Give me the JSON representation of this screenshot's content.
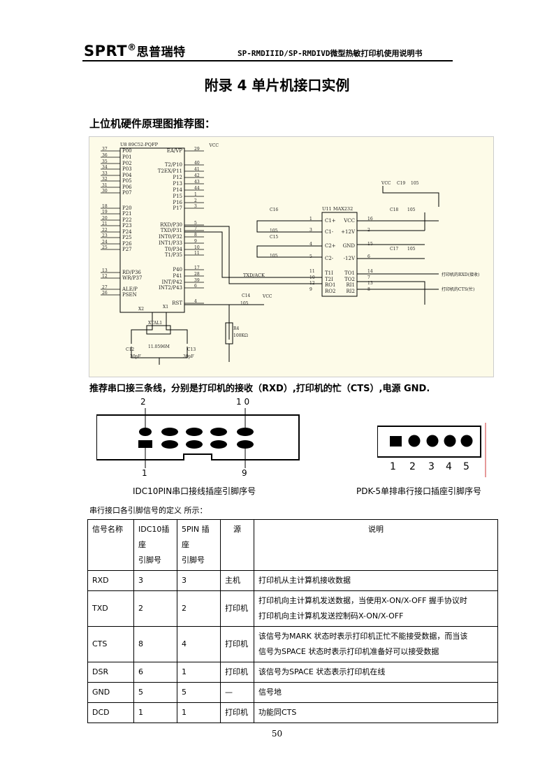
{
  "header": {
    "brand": "SPRT",
    "reg": "®",
    "brand_cn": "思普瑞特",
    "doc_title": "SP-RMDIIID/SP-RMDIVD微型热敏打印机使用说明书"
  },
  "title": "附录 4  单片机接口实例",
  "subtitle": "上位机硬件原理图推荐图：",
  "schematic": {
    "mcu_label": "U8   89C52-PQFP",
    "mcu_left_nums": [
      "37",
      "36",
      "35",
      "34",
      "33",
      "32",
      "31",
      "30",
      "18",
      "19",
      "20",
      "21",
      "22",
      "23",
      "24",
      "25",
      "13",
      "12",
      "27",
      "26"
    ],
    "mcu_left_pins": [
      "P00",
      "P01",
      "P02",
      "P03",
      "P04",
      "P05",
      "P06",
      "P07",
      "P20",
      "P21",
      "P22",
      "P23",
      "P24",
      "P25",
      "P26",
      "P27",
      "RD/P36",
      "WR/P37",
      "ALE/P",
      "PSEN"
    ],
    "mcu_right_pins": [
      "EA/VP",
      "T2/P10",
      "T2EX/P11",
      "P12",
      "P13",
      "P14",
      "P15",
      "P16",
      "P17",
      "RXD/P30",
      "TXD/P31",
      "INT0/P32",
      "INT1/P33",
      "T0/P34",
      "T1/P35",
      "P40",
      "P41",
      "INT/P42",
      "INT2/P43",
      "RST"
    ],
    "mcu_right_nums": [
      "29",
      "40",
      "41",
      "42",
      "43",
      "44",
      "1",
      "2",
      "3",
      "5",
      "7",
      "8",
      "9",
      "10",
      "11",
      "17",
      "28",
      "39",
      "6",
      "4"
    ],
    "max_label": "U11   MAX232",
    "max_left": [
      "C1+",
      "C1-",
      "C2+",
      "C2-",
      "T1I",
      "T2I",
      "RO1",
      "RO2"
    ],
    "max_right": [
      "VCC",
      "+12V",
      "GND",
      "-12V",
      "TO1",
      "TO2",
      "RI1",
      "RI2"
    ],
    "max_left_nums": [
      "1",
      "3",
      "4",
      "5",
      "11",
      "10",
      "12",
      "9"
    ],
    "max_right_nums": [
      "16",
      "2",
      "15",
      "6",
      "14",
      "7",
      "13",
      "8"
    ],
    "txd_ack": "TXD/ACK",
    "vcc": "VCC",
    "caps": {
      "c16": "C16",
      "c15": "C15",
      "c18": "C18",
      "c17": "C17",
      "c19": "C19",
      "c14": "C14",
      "c12": "C12",
      "c13": "C13",
      "v105": "105"
    },
    "xtal": "XTAL1",
    "xtal_freq": "11.0596M",
    "c12v": "30pF",
    "c13v": "30pF",
    "r4": "R4",
    "r4v": "100KΩ",
    "x1": "X1",
    "x2": "X2",
    "rxd_label": "打印机的RXD(接收)",
    "cts_label": "打印机的CTS(忙)"
  },
  "recommend": "推荐串口接三条线，分别是打印机的接收（RXD）,打印机的忙（CTS）,电源 GND.",
  "idc": {
    "n2": "2",
    "n10": "1 0",
    "n1": "1",
    "n9": "9",
    "caption": "IDC10PIN串口接线插座引脚序号"
  },
  "pdk": {
    "nums": [
      "1",
      "2",
      "3",
      "4",
      "5"
    ],
    "caption": "PDK-5单排串行接口插座引脚序号"
  },
  "table_caption": "串行接口各引脚信号的定义 所示：",
  "table": {
    "headers": [
      "信号名称",
      "IDC10插座\n引脚号",
      "5PIN 插 座\n引脚号",
      "源",
      "说明"
    ],
    "rows": [
      [
        "RXD",
        "3",
        "3",
        "主机",
        "打印机从主计算机接收数据"
      ],
      [
        "TXD",
        "2",
        "2",
        "打印机",
        "打印机向主计算机发送数据，当使用X-ON/X-OFF 握手协议时\n打印机向主计算机发送控制码X-ON/X-OFF"
      ],
      [
        "CTS",
        "8",
        "4",
        "打印机",
        "该信号为MARK 状态时表示打印机正忙不能接受数据，而当该\n信号为SPACE 状态时表示打印机准备好可以接受数据"
      ],
      [
        "DSR",
        "6",
        "1",
        "打印机",
        "该信号为SPACE 状态表示打印机在线"
      ],
      [
        "GND",
        "5",
        "5",
        "—",
        "信号地"
      ],
      [
        "DCD",
        "1",
        "1",
        "打印机",
        "功能同CTS"
      ]
    ]
  },
  "page_number": "50"
}
